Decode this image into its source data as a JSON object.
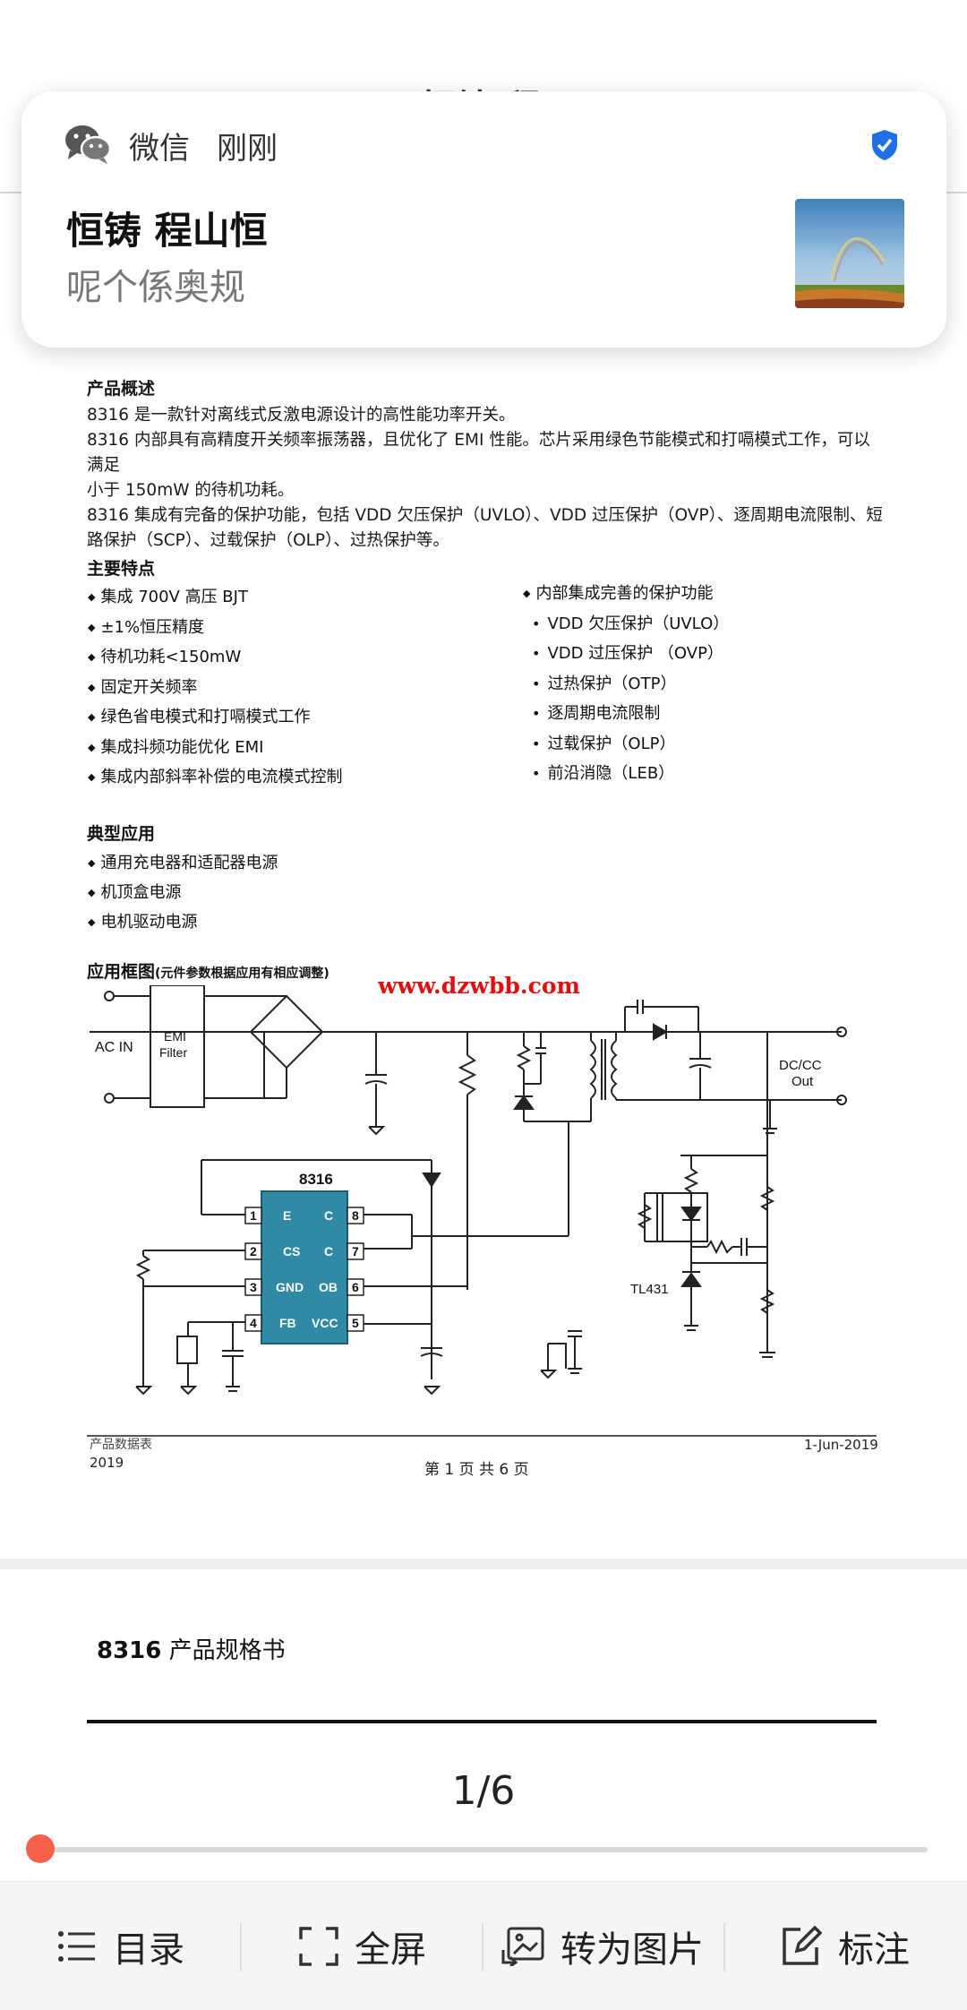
{
  "document": {
    "title_peek": "恒铸 程",
    "overview": {
      "heading": "产品概述",
      "lines": [
        "8316 是一款针对离线式反激电源设计的高性能功率开关。",
        "8316 内部具有高精度开关频率振荡器，且优化了 EMI 性能。芯片采用绿色节能模式和打嗝模式工作，可以满足",
        "小于 150mW 的待机功耗。",
        "8316 集成有完备的保护功能，包括 VDD 欠压保护（UVLO）、VDD 过压保护（OVP）、逐周期电流限制、短",
        "路保护（SCP）、过载保护（OLP）、过热保护等。"
      ]
    },
    "features": {
      "heading": "主要特点",
      "left": [
        "集成 700V 高压 BJT",
        "±1%恒压精度",
        "待机功耗<150mW",
        "固定开关频率",
        "绿色省电模式和打嗝模式工作",
        "集成抖频功能优化 EMI",
        "集成内部斜率补偿的电流模式控制"
      ],
      "right_head": "内部集成完善的保护功能",
      "right": [
        "VDD 欠压保护（UVLO）",
        "VDD 过压保护 （OVP）",
        "过热保护（OTP）",
        "逐周期电流限制",
        "过载保护（OLP）",
        "前沿消隐（LEB）"
      ]
    },
    "applications": {
      "heading": "典型应用",
      "items": [
        "通用充电器和适配器电源",
        "机顶盒电源",
        "电机驱动电源"
      ]
    },
    "diagram": {
      "heading": "应用框图",
      "note": "(元件参数根据应用有相应调整)",
      "watermark": "www.dzwbb.com",
      "labels": {
        "ac_in": "AC IN",
        "emi1": "EMI",
        "emi2": "Filter",
        "chip": "8316",
        "dc1": "DC/CC",
        "dc2": "Out",
        "tl431": "TL431"
      },
      "pins_left": [
        {
          "num": "1",
          "name": "E"
        },
        {
          "num": "2",
          "name": "CS"
        },
        {
          "num": "3",
          "name": "GND"
        },
        {
          "num": "4",
          "name": "FB"
        }
      ],
      "pins_right": [
        {
          "num": "8",
          "name": "C"
        },
        {
          "num": "7",
          "name": "C"
        },
        {
          "num": "6",
          "name": "OB"
        },
        {
          "num": "5",
          "name": "VCC"
        }
      ]
    },
    "footer": {
      "left1": "产品数据表",
      "left2": "2019",
      "right": "1-Jun-2019",
      "center": "第 1 页 共 6 页"
    },
    "page2": {
      "title_num": "8316",
      "title_text": " 产品规格书"
    }
  },
  "viewer": {
    "page_indicator": "1/6",
    "progress": 0.0,
    "toolbar": {
      "toc": "目录",
      "fullscreen": "全屏",
      "to_image": "转为图片",
      "annotate": "标注"
    }
  },
  "notification": {
    "app": "微信",
    "time": "刚刚",
    "sender": "恒铸 程山恒",
    "message": "呢个係奥规"
  },
  "colors": {
    "accent": "#f5604a",
    "chip": "#2f8aa6",
    "verified": "#1f6fe5",
    "watermark": "#e01010"
  }
}
